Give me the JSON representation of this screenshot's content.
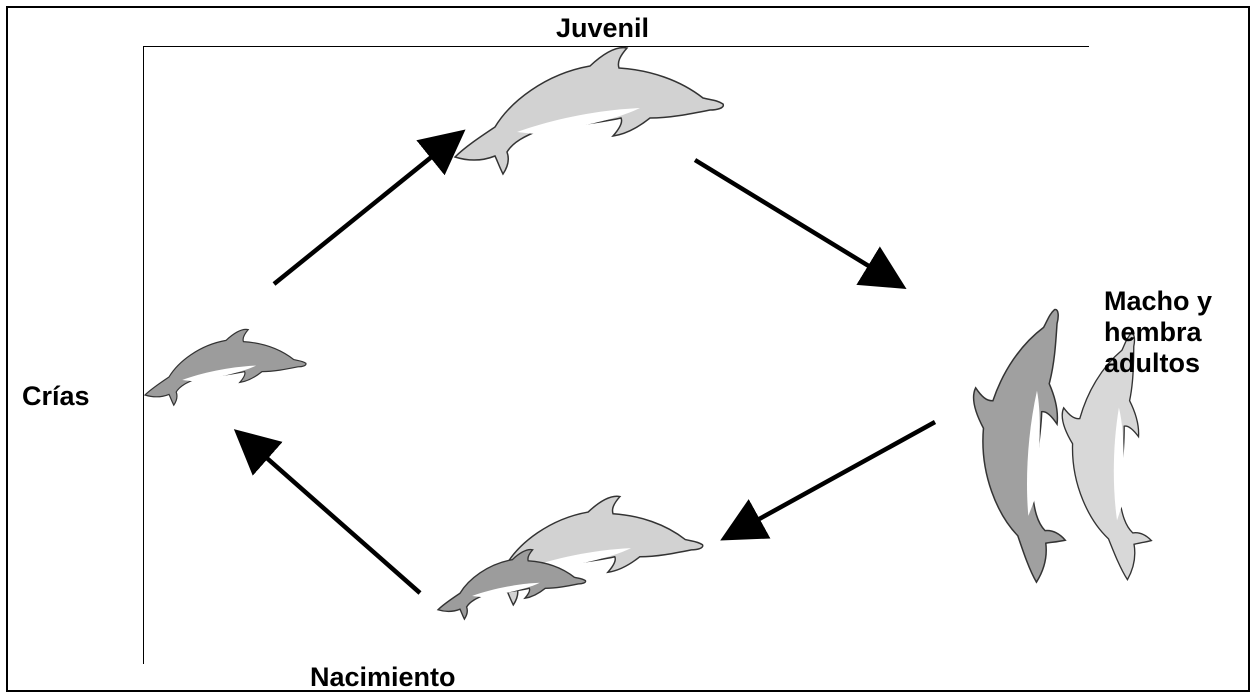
{
  "labels": {
    "juvenil": "Juvenil",
    "crias": "Crías",
    "adultos_line1": "Macho y",
    "adultos_line2": "hembra",
    "adultos_line3": "adultos",
    "nacimiento": "Nacimiento"
  },
  "colors": {
    "dolphin_light": "#cfcfcf",
    "dolphin_dark": "#9a9a9a",
    "belly": "#ffffff",
    "outline": "#222222",
    "arrow": "#000000"
  }
}
